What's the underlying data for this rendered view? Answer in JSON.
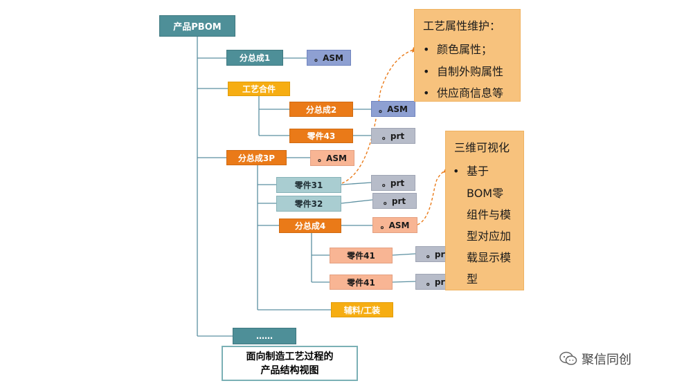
{
  "nodes": {
    "root": "产品PBOM",
    "sub1": "分总成1",
    "sub1_asm": "。ASM",
    "process_assembly": "工艺合件",
    "sub2": "分总成2",
    "sub2_asm": "。ASM",
    "part43": "零件43",
    "part43_prt": "。prt",
    "sub3p": "分总成3P",
    "sub3p_asm": "。ASM",
    "part31": "零件31",
    "part31_prt": "。prt",
    "part32": "零件32",
    "part32_prt": "。prt",
    "sub4": "分总成4",
    "sub4_asm": "。ASM",
    "part41a": "零件41",
    "part41a_prt": "。prt",
    "part41b": "零件41",
    "part41b_prt": "。prt",
    "aux": "辅料/工装",
    "more": "……"
  },
  "annotation_process": {
    "title": "工艺属性维护：",
    "items": [
      "颜色属性；",
      "自制外购属性",
      "供应商信息等"
    ]
  },
  "annotation_3d": {
    "title": "三维可视化",
    "lines": [
      "基于",
      "BOM零",
      "组件与模",
      "型对应加",
      "载显示模",
      "型"
    ]
  },
  "caption": [
    "面向制造工艺过程的",
    "产品结构视图"
  ],
  "watermark": "聚信同创",
  "colors": {
    "teal": "#4e8f98",
    "teal_light": "#a9cdd1",
    "gold": "#f6ad12",
    "orange": "#ea7a18",
    "salmon": "#f8b594",
    "asm_blue": "#8ea0d2",
    "prt_gray": "#b7bcc9",
    "annotation": "#f7c27d"
  }
}
